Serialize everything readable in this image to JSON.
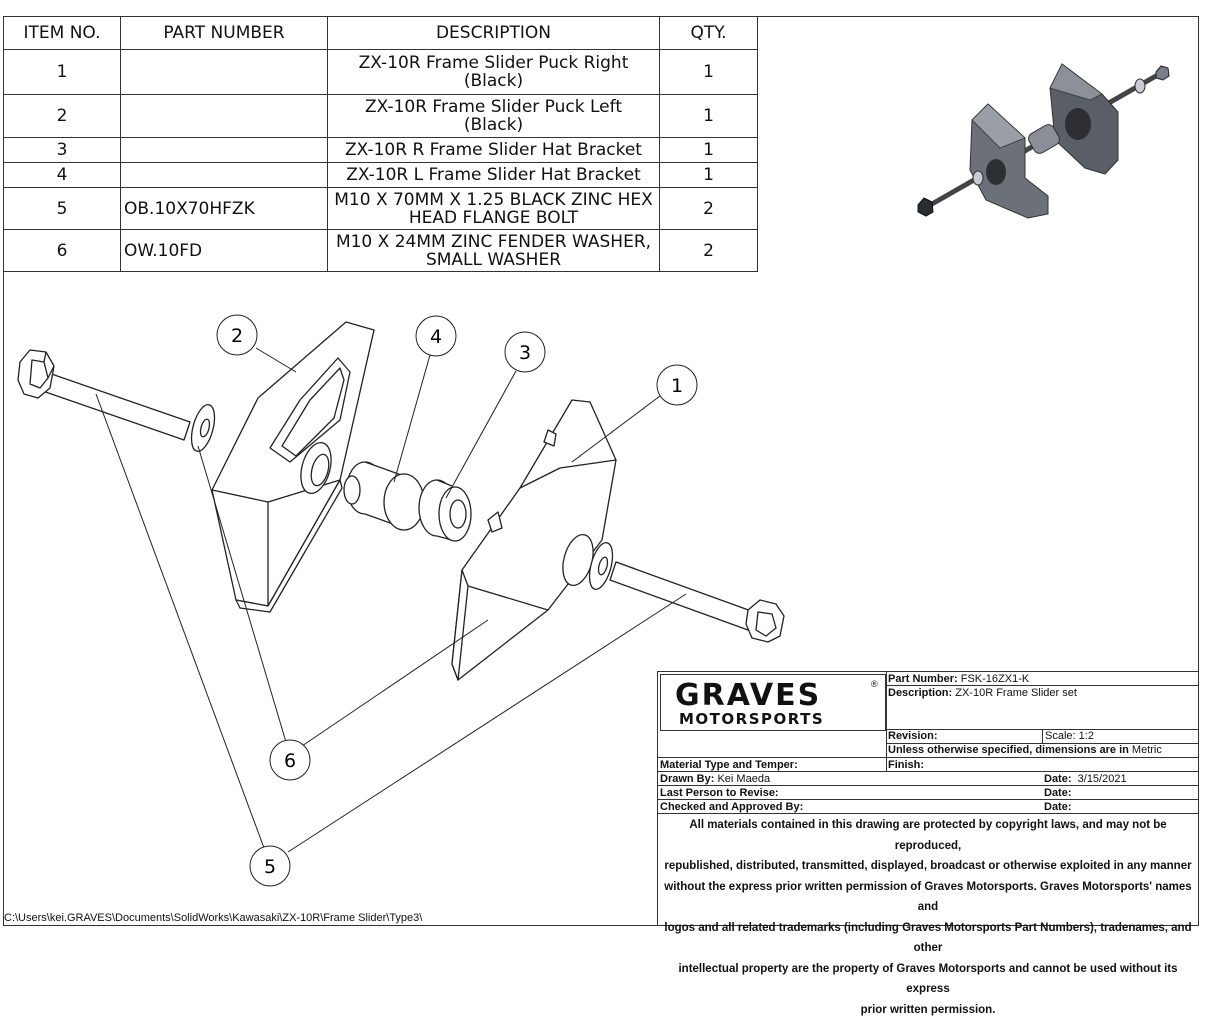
{
  "bom": {
    "headers": [
      "ITEM NO.",
      "PART NUMBER",
      "DESCRIPTION",
      "QTY."
    ],
    "rows": [
      {
        "item": "1",
        "part": "",
        "desc1": "ZX-10R Frame Slider Puck Right",
        "desc2": "(Black)",
        "qty": "1"
      },
      {
        "item": "2",
        "part": "",
        "desc1": "ZX-10R Frame Slider Puck Left",
        "desc2": "(Black)",
        "qty": "1"
      },
      {
        "item": "3",
        "part": "",
        "desc1": "ZX-10R R Frame Slider Hat Bracket",
        "desc2": "",
        "qty": "1"
      },
      {
        "item": "4",
        "part": "",
        "desc1": "ZX-10R L Frame Slider Hat Bracket",
        "desc2": "",
        "qty": "1"
      },
      {
        "item": "5",
        "part": "OB.10X70HFZK",
        "desc1": "M10 X 70MM X 1.25 BLACK ZINC HEX",
        "desc2": "HEAD FLANGE BOLT",
        "qty": "2"
      },
      {
        "item": "6",
        "part": "OW.10FD",
        "desc1": "M10 X 24MM ZINC FENDER WASHER,",
        "desc2": "SMALL WASHER",
        "qty": "2"
      }
    ]
  },
  "callouts": [
    "1",
    "2",
    "3",
    "4",
    "5",
    "6"
  ],
  "title_block": {
    "logo_line1": "GRAVES",
    "logo_line2": "MOTORSPORTS",
    "logo_mark": "®",
    "part_number_label": "Part Number:",
    "part_number": "FSK-16ZX1-K",
    "description_label": "Description:",
    "description": "ZX-10R Frame Slider set",
    "revision_label": "Revision:",
    "revision": "",
    "scale_label": "Scale:",
    "scale": "1:2",
    "units_label": "Unless otherwise specified, dimensions are in",
    "units": "Metric",
    "material_label": "Material Type and Temper:",
    "finish_label": "Finish:",
    "drawn_by_label": "Drawn By:",
    "drawn_by": "Kei Maeda",
    "date_label": "Date:",
    "drawn_date": "3/15/2021",
    "last_revise_label": "Last Person to Revise:",
    "checked_label": "Checked and Approved By:",
    "legal_lines": [
      "All materials contained in this drawing are protected by copyright laws, and may not be reproduced,",
      "republished, distributed, transmitted, displayed, broadcast or otherwise exploited in any manner",
      "without the express prior written permission of Graves Motorsports. Graves Motorsports' names and",
      "logos and all related trademarks (including Graves Motorsports Part Numbers), tradenames, and other",
      "intellectual property are the property of Graves Motorsports and cannot be used without its express",
      "prior written permission."
    ]
  },
  "file_path": "C:\\Users\\kei.GRAVES\\Documents\\SolidWorks\\Kawasaki\\ZX-10R\\Frame Slider\\Type3\\"
}
